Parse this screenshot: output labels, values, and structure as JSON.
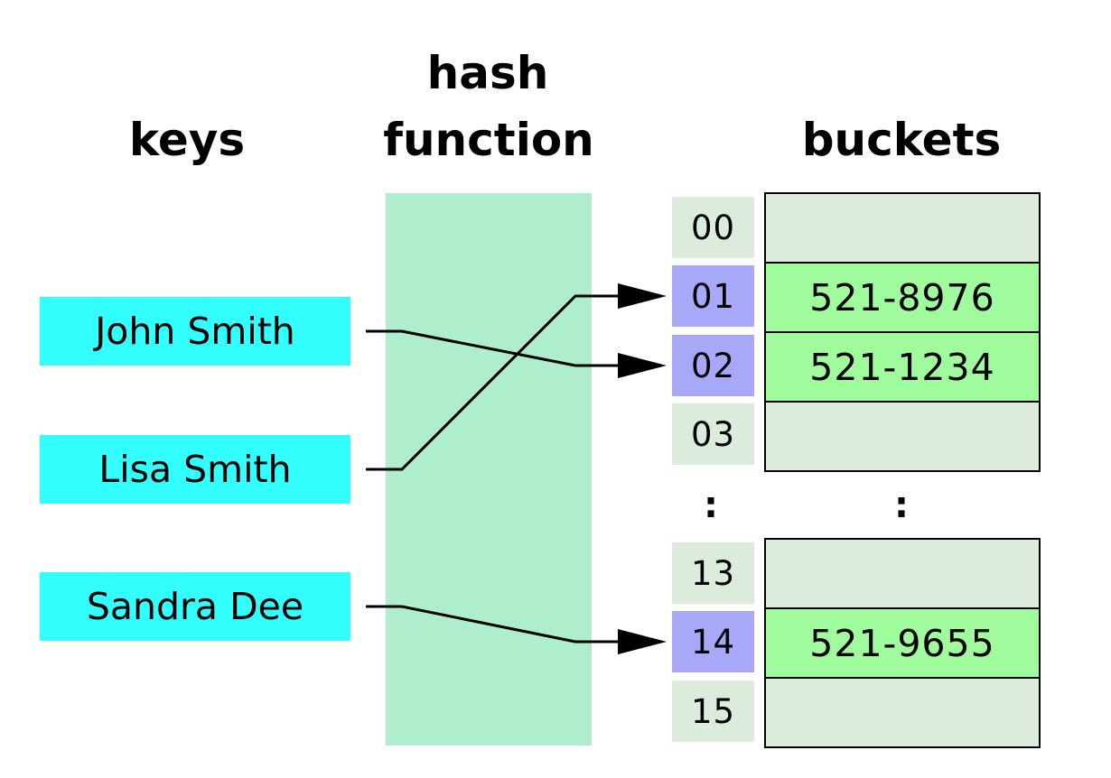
{
  "headings": {
    "keys": "keys",
    "hash_function_line1": "hash",
    "hash_function_line2": "function",
    "buckets": "buckets"
  },
  "keys": [
    {
      "label": "John Smith",
      "target_index": "02"
    },
    {
      "label": "Lisa Smith",
      "target_index": "01"
    },
    {
      "label": "Sandra Dee",
      "target_index": "14"
    }
  ],
  "bucket_groups": [
    {
      "rows": [
        {
          "index": "00",
          "value": ""
        },
        {
          "index": "01",
          "value": "521-8976"
        },
        {
          "index": "02",
          "value": "521-1234"
        },
        {
          "index": "03",
          "value": ""
        }
      ]
    },
    {
      "rows": [
        {
          "index": "13",
          "value": ""
        },
        {
          "index": "14",
          "value": "521-9655"
        },
        {
          "index": "15",
          "value": ""
        }
      ]
    }
  ],
  "ellipsis": ":",
  "colors": {
    "key_box": "#33ffff",
    "hash_band": "#afeecc",
    "index_empty": "#dcecdc",
    "index_filled": "#a8a8f8",
    "bucket_empty": "#dcecdc",
    "bucket_filled": "#9ffb9c",
    "line": "#000000"
  }
}
